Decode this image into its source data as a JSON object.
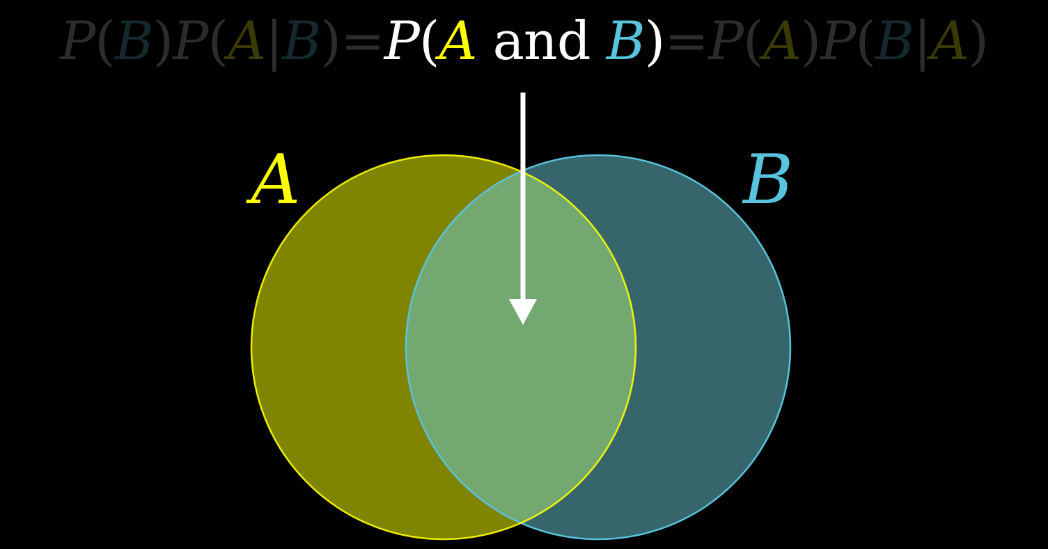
{
  "formula": {
    "left": {
      "p1": "P",
      "open1": "(",
      "b1": "B",
      "close1": ")",
      "p2": "P",
      "open2": "(",
      "a1": "A",
      "bar1": "|",
      "b2": "B",
      "close2": ")"
    },
    "eq1": "=",
    "center": {
      "p": "P",
      "open": "(",
      "a": "A",
      "and": "and",
      "b": "B",
      "close": ")"
    },
    "eq2": "=",
    "right": {
      "p1": "P",
      "open1": "(",
      "a1": "A",
      "close1": ")",
      "p2": "P",
      "open2": "(",
      "b1": "B",
      "bar1": "|",
      "a2": "A",
      "close2": ")"
    }
  },
  "labels": {
    "set_a": "A",
    "set_b": "B"
  },
  "colors": {
    "background": "#000000",
    "set_a_stroke": "#ffff00",
    "set_a_fill": "#7f8500",
    "set_b_stroke": "#58c4dd",
    "set_b_fill": "#36666b",
    "intersection_fill": "#73a870",
    "arrow": "#ffffff"
  }
}
